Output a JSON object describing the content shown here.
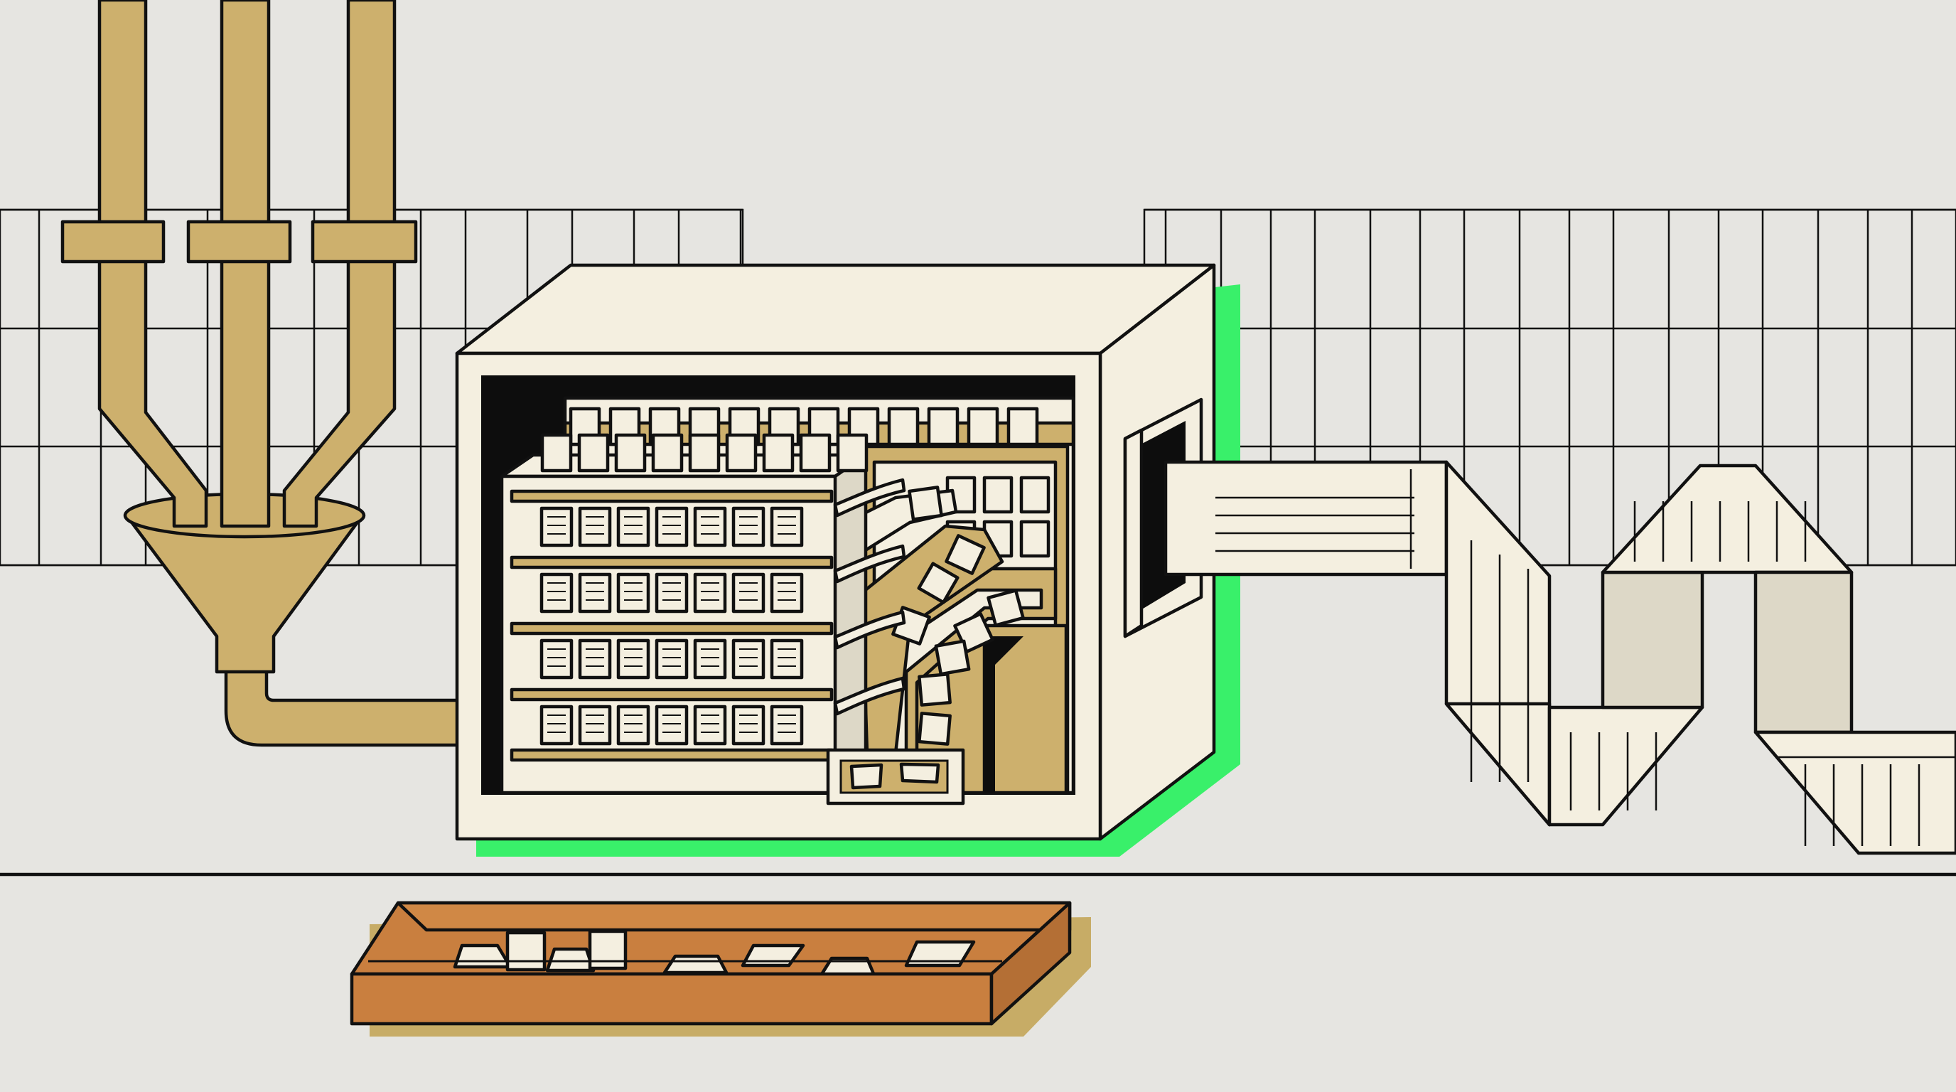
{
  "palette": {
    "background": "#e6e5e1",
    "outline": "#111111",
    "pipe": "#cdb06d",
    "cream": "#f4efe0",
    "cream_shade": "#ddd8c7",
    "green_accent": "#39f06a",
    "tray": "#c97f3f",
    "tray_shadow": "#c7ac66",
    "cavity": "#0d0d0d"
  },
  "scene": {
    "pipes": {
      "count": 3
    },
    "machine": {
      "shelves": {
        "rows": 4,
        "columns": 7
      },
      "top_cards": {
        "back_row": 12,
        "front_row": 9
      },
      "side_cards": 6
    },
    "tray_cards": 8
  }
}
